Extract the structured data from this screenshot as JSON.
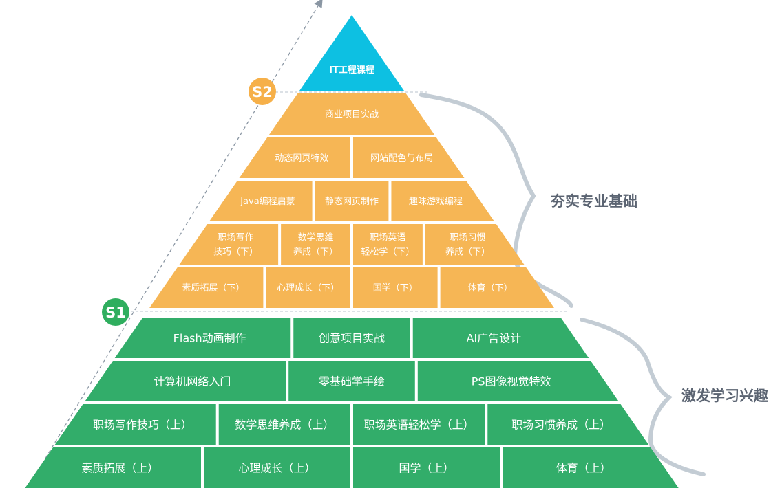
{
  "colors": {
    "top": "#0dc0e2",
    "stage2": "#f6b655",
    "stage1": "#32ad6a",
    "badge_s2": "#f6b049",
    "badge_s1": "#2fae5e",
    "brace": "#b9c3cc",
    "guide": "#8a96a3"
  },
  "icons": [
    "guide-arrow",
    "brace"
  ],
  "badges": {
    "s2": "S2",
    "s1": "S1"
  },
  "side_labels": {
    "upper": "夯实专业基础",
    "lower": "激发学习兴趣"
  },
  "pyramid": {
    "top": "IT工程课程",
    "stage2_rows": [
      [
        "商业项目实战"
      ],
      [
        "动态网页特效",
        "网站配色与布局"
      ],
      [
        "Java编程启蒙",
        "静态网页制作",
        "趣味游戏编程"
      ],
      [
        "职场写作\n技巧（下）",
        "数学思维\n养成（下）",
        "职场英语\n轻松学（下）",
        "职场习惯\n养成（下）"
      ],
      [
        "素质拓展（下）",
        "心理成长（下）",
        "国学（下）",
        "体育（下）"
      ]
    ],
    "stage1_rows": [
      [
        "Flash动画制作",
        "创意项目实战",
        "AI广告设计"
      ],
      [
        "计算机网络入门",
        "零基础学手绘",
        "PS图像视觉特效"
      ],
      [
        "职场写作技巧（上）",
        "数学思维养成（上）",
        "职场英语轻松学（上）",
        "职场习惯养成（上）"
      ],
      [
        "素质拓展（上）",
        "心理成长（上）",
        "国学（上）",
        "体育（上）"
      ]
    ]
  }
}
